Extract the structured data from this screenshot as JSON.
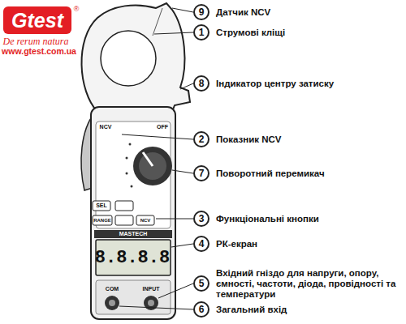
{
  "diagram": {
    "nodes": [
      {
        "text": [
          "9",
          "Датчик NCV"
        ]
      },
      {
        "text": [
          "1",
          "Струмові кліщі"
        ]
      },
      {
        "text": [
          "8",
          "Індикатор центру затиску"
        ]
      },
      {
        "text": [
          "2",
          "Показник NCV"
        ]
      },
      {
        "text": [
          "7",
          "Поворотний перемикач"
        ]
      },
      {
        "text": [
          "3",
          "Функціональні кнопки"
        ]
      },
      {
        "text": [
          "4",
          "РК-екран"
        ]
      },
      {
        "text": [
          "5",
          "Вхідний гніздо для напруги, опору, ємності, частоти, діода, провідності та температури"
        ]
      },
      {
        "text": [
          "6",
          "Загальний вхід"
        ]
      }
    ],
    "labels": [
      "Gtest",
      "®",
      "De rerum natura",
      "www.gtest.com.ua",
      "NCV",
      "OFF",
      "SEL",
      "RANGE",
      "NCV",
      "MASTECH",
      "8.8.8.8",
      "COM",
      "INPUT"
    ]
  }
}
